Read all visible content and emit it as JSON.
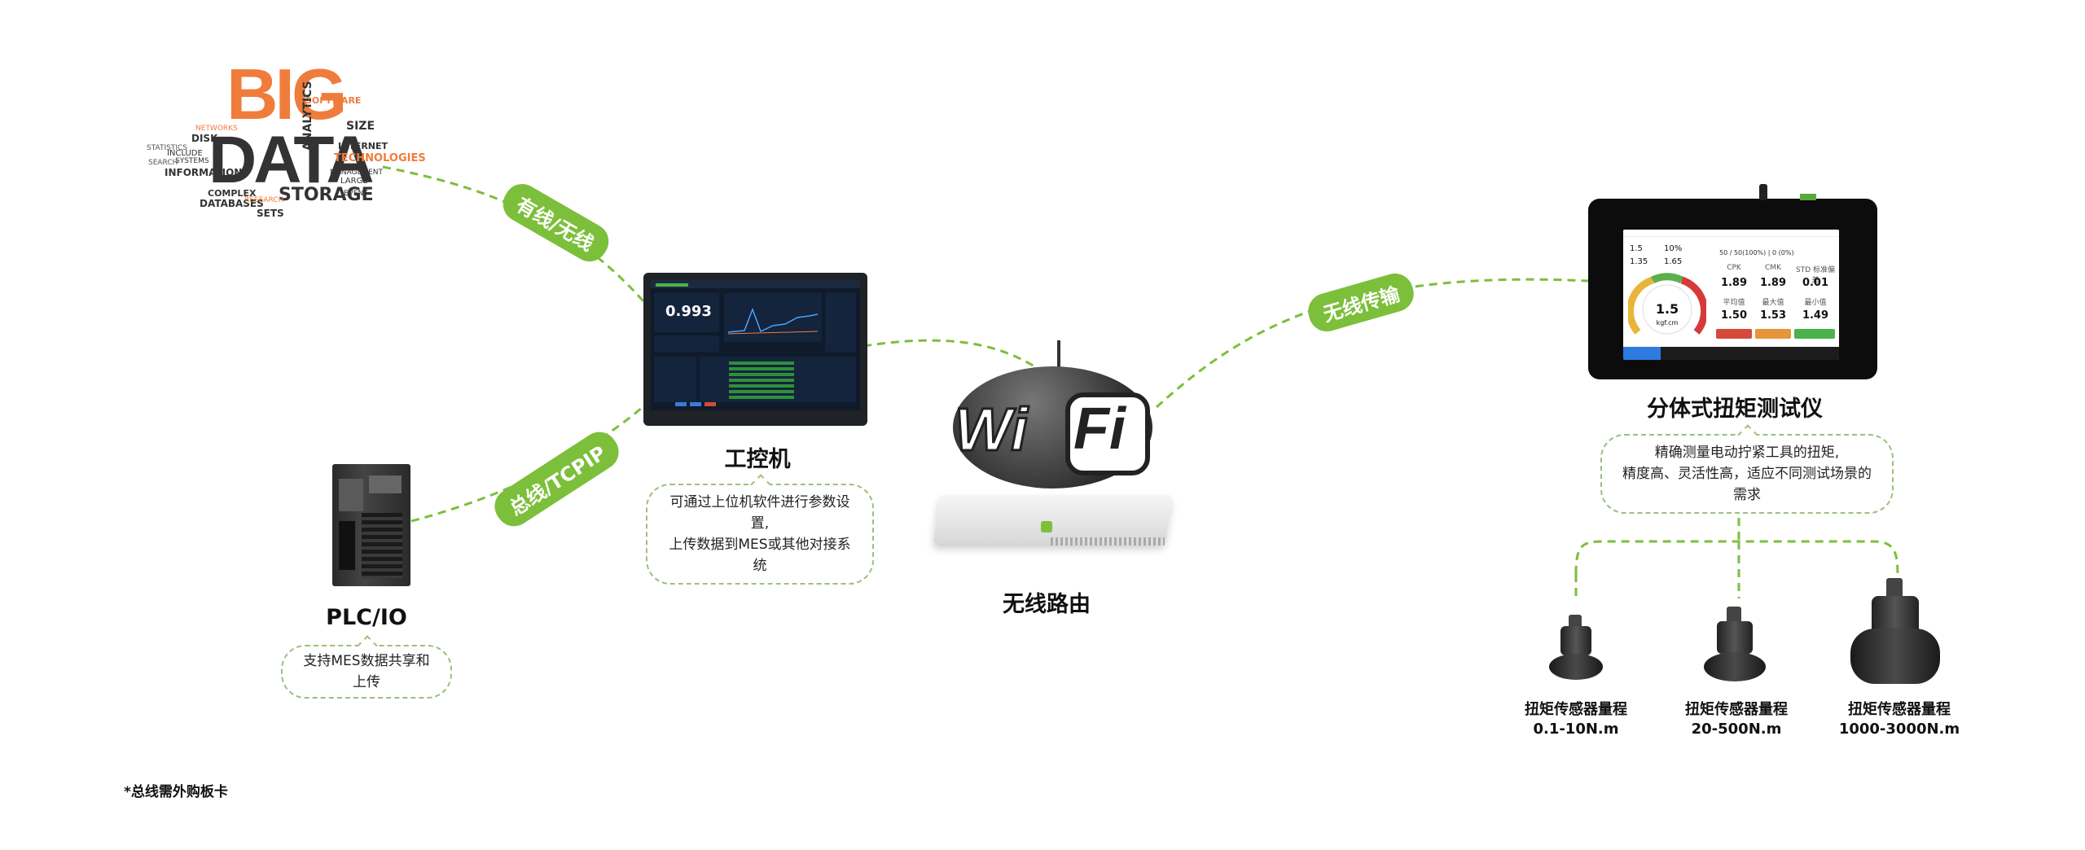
{
  "bigdata": {
    "big": "BIG",
    "data": "DATA",
    "words": [
      "SOFTWARE",
      "ANALYTICS",
      "SIZE",
      "TECHNOLOGIES",
      "INTERNET",
      "STORAGE",
      "DATABASES",
      "COMPLEX",
      "INFORMATION",
      "SETS",
      "MANAGEMENT",
      "RESEARCH",
      "NETWORKS",
      "STATISTICS",
      "SEARCH",
      "DISK",
      "INCLUDE",
      "SYSTEMS",
      "LARGE",
      "EVENT"
    ]
  },
  "links": {
    "wired_wireless": "有线/无线",
    "bus_tcpip": "总线/TCPIP",
    "wireless": "无线传输"
  },
  "ipc": {
    "title": "工控机",
    "desc1": "可通过上位机软件进行参数设置,",
    "desc2": "上传数据到MES或其他对接系统",
    "screen_value": "0.993"
  },
  "plc": {
    "title": "PLC/IO",
    "desc": "支持MES数据共享和上传"
  },
  "router": {
    "title": "无线路由",
    "wi": "Wi",
    "fi": "Fi"
  },
  "tester": {
    "title": "分体式扭矩测试仪",
    "desc1": "精确测量电动拧紧工具的扭矩,",
    "desc2": "精度高、灵活性高，适应不同测试场景的需求",
    "screen": {
      "gauge_value": "1.5",
      "gauge_unit": "kgf.cm",
      "target": "1.5",
      "percent": "10%",
      "lower": "1.35",
      "upper": "1.65",
      "count": "50 / 50(100%) | 0 (0%)",
      "labels": [
        "CPK",
        "CMK",
        "STD 标准偏差",
        "平均值",
        "最大值",
        "最小值"
      ],
      "values": [
        "1.89",
        "1.89",
        "0.01",
        "1.50",
        "1.53",
        "1.49"
      ]
    }
  },
  "sensors": [
    {
      "label": "扭矩传感器量程",
      "range": "0.1-10N.m"
    },
    {
      "label": "扭矩传感器量程",
      "range": "20-500N.m"
    },
    {
      "label": "扭矩传感器量程",
      "range": "1000-3000N.m"
    }
  ],
  "footnote": "*总线需外购板卡",
  "colors": {
    "accent": "#7cbf3a",
    "orange": "#f07c3c",
    "dark": "#222222"
  }
}
